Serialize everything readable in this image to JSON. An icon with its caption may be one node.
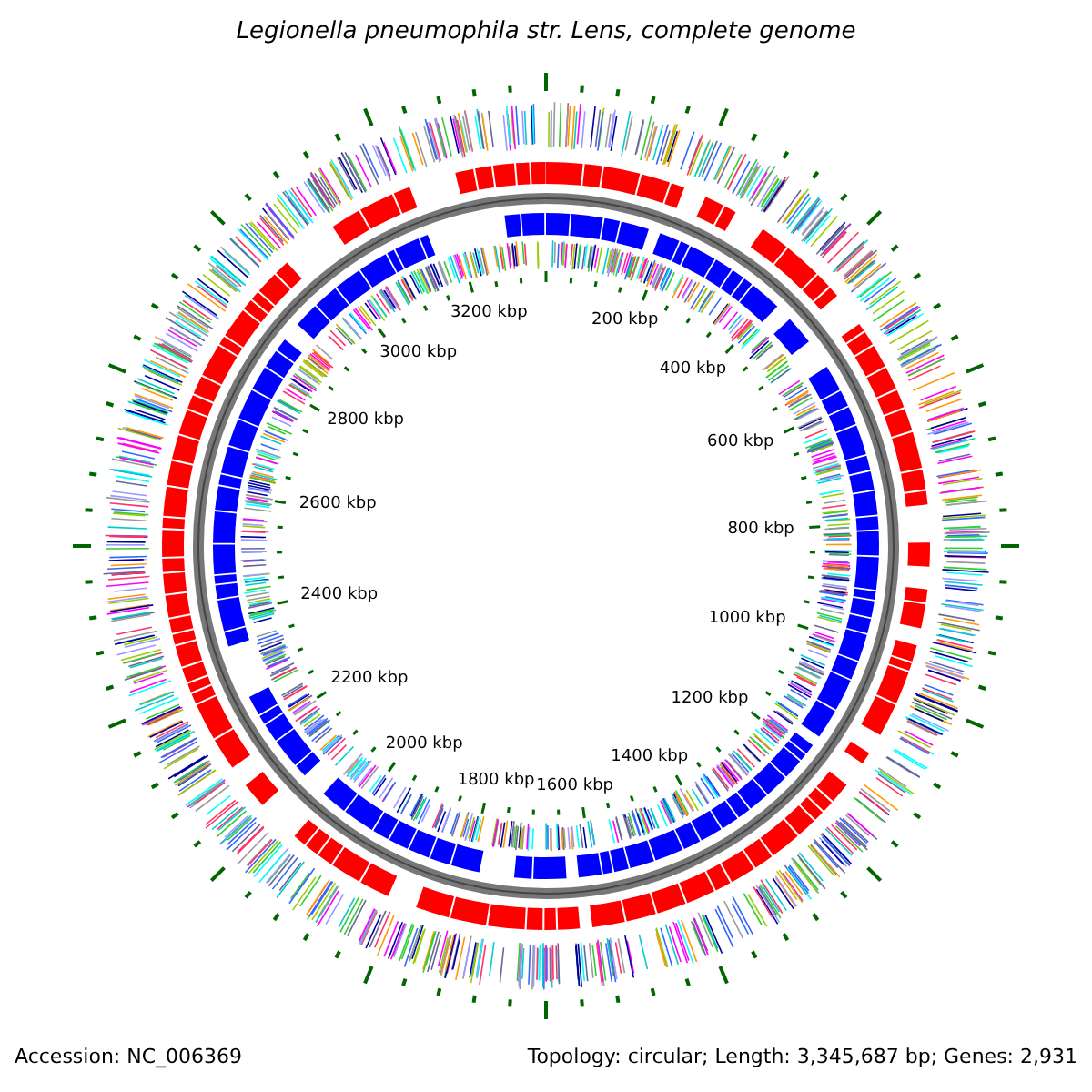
{
  "diagram": {
    "title": "Legionella pneumophila str. Lens, complete genome",
    "labels": [
      "200 kbp",
      "400 kbp",
      "600 kbp",
      "800 kbp",
      "1000 kbp",
      "1200 kbp",
      "1400 kbp",
      "1600 kbp",
      "1800 kbp",
      "2000 kbp",
      "2200 kbp",
      "2400 kbp",
      "2600 kbp",
      "2800 kbp",
      "3000 kbp",
      "3200 kbp",
      "Accession: NC_006369",
      "Topology: circular; Length: 3,345,687 bp; Genes: 2,931"
    ]
  }
}
